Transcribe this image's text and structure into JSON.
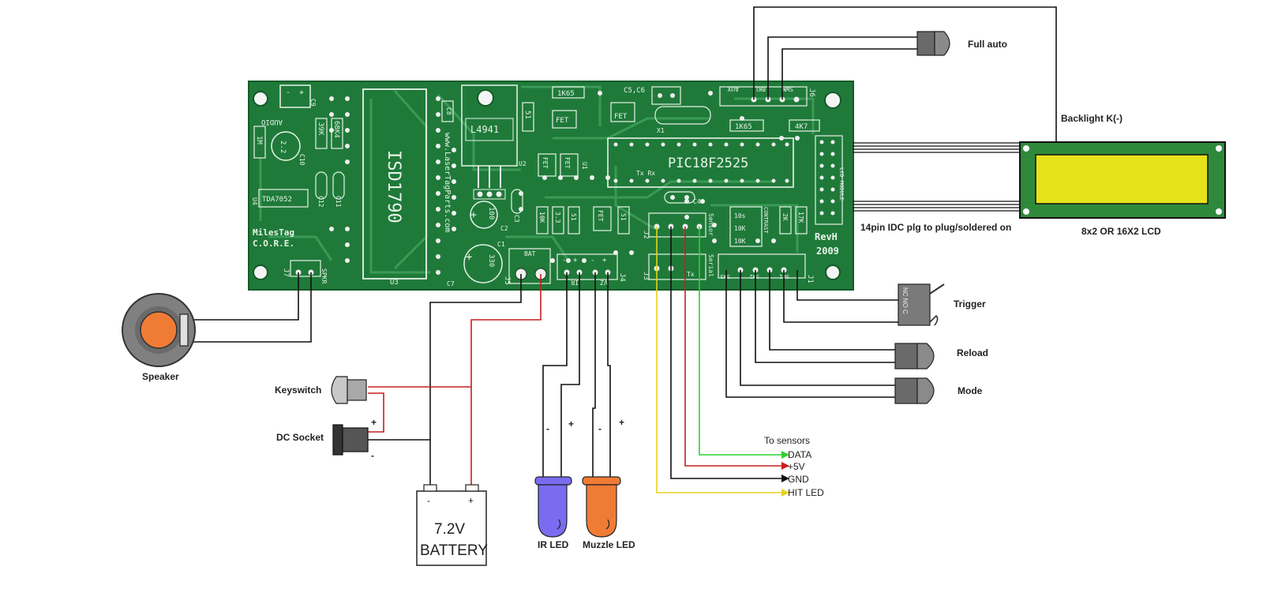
{
  "board": {
    "ic_isd": "ISD1790",
    "ic_pic": "PIC18F2525",
    "ic_reg": "L4941",
    "ic_amp": "TDA7052",
    "url": "www.LaserTagParts.com",
    "rev": "RevH",
    "year": "2009",
    "brand_line1": "MilesTag",
    "brand_line2": "C.O.R.E.",
    "parts": {
      "audio": "AUDIO",
      "r1m": "1M",
      "r39k": "39K",
      "r68k": "68K4",
      "c22": "2.2",
      "c9": "C9",
      "c10": "C10",
      "c11": "C11",
      "c12": "C12",
      "c8": "C8",
      "c7": "C7",
      "c1": "C1",
      "c2": "C2",
      "c3": "C3",
      "c4": "C4",
      "c5c6": "C5,C6",
      "c100": "100",
      "c330": "330",
      "r1k65a": "1K65",
      "r1k65b": "1K65",
      "r4k7": "4K7",
      "r51a": "51",
      "r51b": "51",
      "r51c": "51",
      "r10k": "10K",
      "r33": "3.3",
      "r10ka": "10K",
      "r10kb": "10K",
      "r10s": "10s",
      "r2k": "2K",
      "r17k": "17K",
      "fet1": "FET",
      "fet2": "FET",
      "fet3": "FET",
      "fet4": "FET",
      "fet5": "FET",
      "x1": "X1",
      "u1": "U1",
      "u2": "U2",
      "u3": "U3",
      "u4": "U4",
      "txrx": "Tx Rx",
      "contrast": "CONTRAST",
      "sensor": "Sensor",
      "serial": "Serial",
      "lcd_module": "LCD MODULE",
      "j1": "J1",
      "j2": "J2",
      "j3": "J3",
      "j4": "J4",
      "j5": "J5",
      "j6": "J6",
      "j7": "J7",
      "spkr": "SPKR",
      "bat": "BAT",
      "ir": "IR",
      "vz": "VZ",
      "sw1": "SW1",
      "sw2": "SW2",
      "sw3": "SW3",
      "aux": "AUX",
      "bkl": "BKL",
      "swk": "SWK",
      "tx": "Tx"
    }
  },
  "labels": {
    "full_auto": "Full auto",
    "backlight": "Backlight K(-)",
    "idc": "14pin IDC plg to plug/soldered on",
    "lcd": "8x2 OR 16X2 LCD",
    "trigger": "Trigger",
    "reload": "Reload",
    "mode": "Mode",
    "speaker": "Speaker",
    "keyswitch": "Keyswitch",
    "dc_socket": "DC Socket",
    "battery_line1": "7.2V",
    "battery_line2": "BATTERY",
    "ir_led": "IR LED",
    "muzzle_led": "Muzzle LED",
    "to_sensors": "To sensors",
    "data": "DATA",
    "plus5v": "+5V",
    "gnd": "GND",
    "hit_led": "HIT LED",
    "plus": "+",
    "minus": "-",
    "trigger_contacts": "NC NO C"
  },
  "colors": {
    "pcb": "#1f7a3a",
    "pcb_trace": "#3a9a55",
    "silk": "#e8f3e8",
    "wire_black": "#111111",
    "wire_red": "#c81e1e",
    "wire_green": "#2fcf2f",
    "wire_yellow": "#e6d21a",
    "speaker_cone": "#f07b35",
    "ir_led": "#7a6cf0",
    "muzzle_led": "#f07b35",
    "lcd_screen": "#e6e31a",
    "lcd_pcb": "#2e8a3a"
  }
}
